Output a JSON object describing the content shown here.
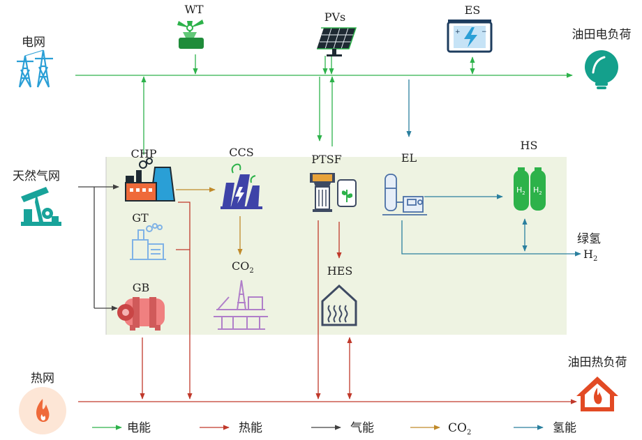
{
  "nodes": {
    "grid": "电网",
    "wt": "WT",
    "pvs": "PVs",
    "es": "ES",
    "elec_load": "油田电负荷",
    "gas_grid": "天然气网",
    "chp": "CHP",
    "gt": "GT",
    "gb": "GB",
    "ccs": "CCS",
    "co2_base": "CO",
    "co2_sub": "2",
    "ptsf": "PTSF",
    "hes": "HES",
    "el": "EL",
    "hs": "HS",
    "h2_cn": "绿氢",
    "h2_base": "H",
    "h2_sub": "2",
    "h2_tank_base": "H",
    "h2_tank_sub": "2",
    "heat_grid": "热网",
    "heat_load": "油田热负荷"
  },
  "legend": [
    {
      "label": "电能",
      "color": "#2db24a"
    },
    {
      "label": "热能",
      "color": "#c0392b"
    },
    {
      "label": "气能",
      "color": "#404040"
    },
    {
      "label_base": "CO",
      "label_sub": "2",
      "color": "#c08a2a"
    },
    {
      "label": "氢能",
      "color": "#2a7f9e"
    }
  ],
  "colors": {
    "electric": "#2db24a",
    "heat": "#c0392b",
    "gas": "#404040",
    "co2": "#c08a2a",
    "hydrogen": "#2a7f9e",
    "panel": "#eef3e2"
  },
  "icons": [
    "pylon-icon",
    "wind-turbine-icon",
    "solar-panel-icon",
    "battery-icon",
    "lightbulb-icon",
    "pumpjack-icon",
    "factory-icon",
    "gas-turbine-icon",
    "boiler-icon",
    "ccs-plant-icon",
    "oil-platform-icon",
    "ptsf-icon",
    "heat-storage-icon",
    "electrolyzer-icon",
    "hydrogen-tank-icon",
    "fire-icon",
    "house-fire-icon"
  ]
}
